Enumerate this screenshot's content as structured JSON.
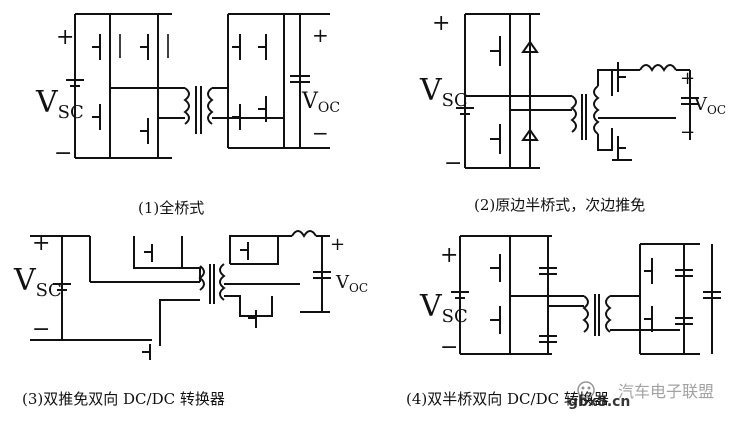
{
  "panels": [
    {
      "caption": "(1)全桥式",
      "source_plus": "+",
      "source_minus": "−",
      "source_label_main": "V",
      "source_label_sub": "SC",
      "output_plus": "+",
      "output_minus": "−",
      "output_label_main": "V",
      "output_label_sub": "OC"
    },
    {
      "caption": "(2)原边半桥式，次边推免",
      "source_plus": "+",
      "source_minus": "−",
      "source_label_main": "V",
      "source_label_sub": "SC",
      "output_plus": "+",
      "output_minus": "−",
      "output_label_main": "V",
      "output_label_sub": "OC"
    },
    {
      "caption": "(3)双推免双向 DC/DC 转换器",
      "source_plus": "+",
      "source_minus": "−",
      "source_label_main": "V",
      "source_label_sub": "SC",
      "output_plus": "+",
      "output_minus": "",
      "output_label_main": "V",
      "output_label_sub": "OC"
    },
    {
      "caption": "(4)双半桥双向 DC/DC 转换器",
      "source_plus": "+",
      "source_minus": "−",
      "source_label_main": "V",
      "source_label_sub": "SC",
      "output_plus": "",
      "output_minus": "",
      "output_label_main": "",
      "output_label_sub": ""
    }
  ],
  "watermark": {
    "site": "gbx8.cn",
    "brand": "汽车电子联盟"
  }
}
